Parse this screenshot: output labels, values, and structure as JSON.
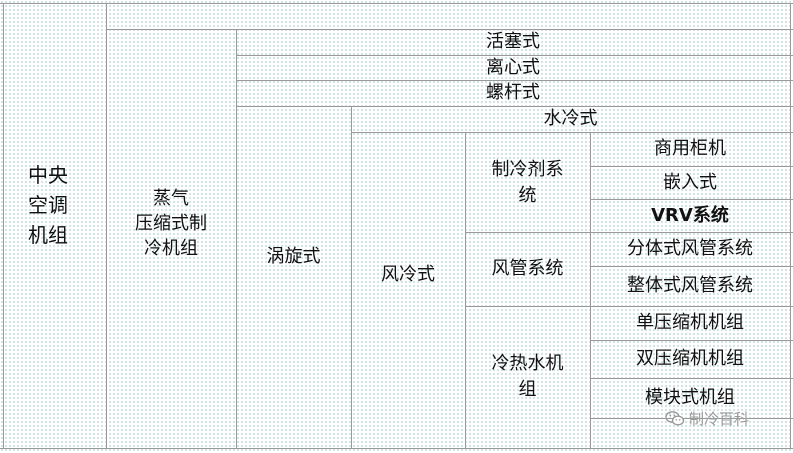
{
  "table": {
    "root": "中央\n空调\n机组",
    "category": "蒸气\n压缩式制\n冷机组",
    "compressors": {
      "piston": "活塞式",
      "centrifugal": "离心式",
      "screw": "螺杆式",
      "scroll": "涡旋式"
    },
    "cooling": {
      "water": "水冷式",
      "air": "风冷式"
    },
    "systems": {
      "refrigerant": "制冷剂系\n统",
      "duct": "风管系统",
      "chilled_water": "冷热水机\n组"
    },
    "types": {
      "commercial_cabinet": "商用柜机",
      "embedded": "嵌入式",
      "vrv": "VRV系统",
      "split_duct": "分体式风管系统",
      "unitary_duct": "整体式风管系统",
      "single_compressor": "单压缩机机组",
      "dual_compressor": "双压缩机机组",
      "modular": "模块式机组"
    }
  },
  "watermark": {
    "icon": "wechat-icon",
    "text": "制冷百科"
  }
}
